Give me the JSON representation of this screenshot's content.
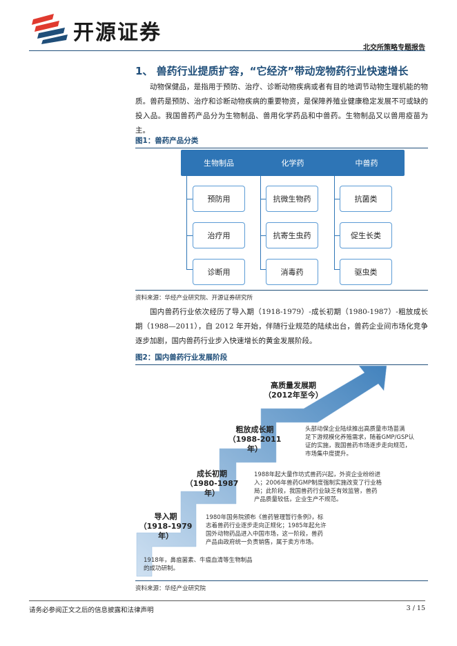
{
  "header": {
    "brand": "开源证券",
    "report_type": "北交所策略专题报告"
  },
  "section": {
    "title": "1、 兽药行业提质扩容，“它经济”带动宠物药行业快速增长",
    "para1": "动物保健品，是指用于预防、治疗、诊断动物疾病或者有目的地调节动物生理机能的物质。兽药是预防、治疗和诊断动物疾病的重要物资，是保障养殖业健康稳定发展不可或缺的投入品。我国兽药产品分为生物制品、兽用化学药品和中兽药。生物制品又以兽用疫苗为主。",
    "para2": "国内兽药行业依次经历了导入期（1918-1979）-成长初期（1980-1987）-粗放成长期（1988—2011），自 2012 年开始，伴随行业规范的陆续出台，兽药企业间市场化竞争逐步加剧，国内兽药行业步入快速增长的黄金发展阶段。"
  },
  "figure1": {
    "title": "图1：兽药产品分类",
    "source": "资料来源：华经产业研究院、开源证券研究所",
    "categories": [
      {
        "name": "生物制品",
        "items": [
          "预防用",
          "治疗用",
          "诊断用"
        ]
      },
      {
        "name": "化学药",
        "items": [
          "抗微生物药",
          "抗寄生虫药",
          "消毒药"
        ]
      },
      {
        "name": "中兽药",
        "items": [
          "抗菌类",
          "促生长类",
          "驱虫类"
        ]
      }
    ]
  },
  "figure2": {
    "title": "图2：国内兽药行业发展阶段",
    "source": "资料来源：华经产业研究院",
    "stages": [
      {
        "name": "导入期",
        "period": "（1918-1979年）",
        "desc": [
          "1918年，鼻疽菌素、牛瘟血清等生物制品",
          "的成功研制。"
        ]
      },
      {
        "name": "成长初期",
        "period": "（1980-1987年）",
        "desc": [
          "1980年国务院颁布《兽药管理暂行条例》，标",
          "志着兽药行业逐步走向正规化；1985年起允许",
          "国外动物药品进入中国市场，这一阶段，兽药",
          "产品由政府统一负责销售，属于卖方市场。"
        ]
      },
      {
        "name": "粗放成长期",
        "period": "（1988-2011年）",
        "desc": [
          "1988年起大量作坊式兽药兴起，外资企业纷纷进",
          "入；2006年兽药GMP制度强制实施改变了行业格",
          "局；此阶段，我国兽药行业缺乏有效监管，兽药",
          "产品质量较低，企业生产不规范。"
        ]
      },
      {
        "name": "高质量发展期",
        "period": "（2012年至今）",
        "desc": [
          "头部动保企业陆续推出高质量市场苗满",
          "足下游规模化养殖需求，随着GMP/GSP认",
          "证的实施，我国兽药市场逐步走向规范，",
          "市场集中度提升。"
        ]
      }
    ]
  },
  "footer": {
    "disclaimer": "请务必参阅正文之后的信息披露和法律声明",
    "page": "3 / 15"
  }
}
